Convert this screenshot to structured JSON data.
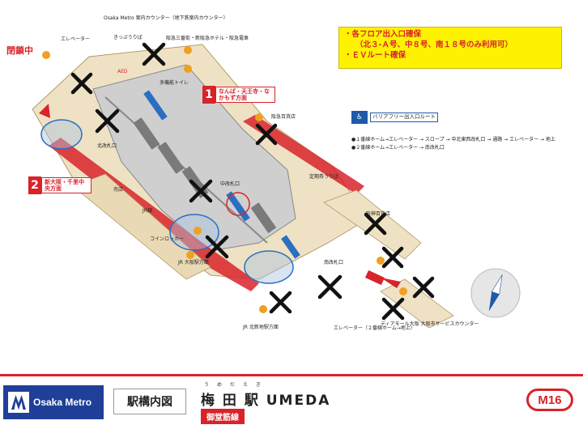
{
  "notice": {
    "line1": "・各フロア出入口確保",
    "line2": "（北３-Ａ号、中８号、南１８号のみ利用可）",
    "line3": "・ＥＶルート確保"
  },
  "closed_label": "閉鎖中",
  "exits": {
    "exit1": {
      "num": "1",
      "text": "なんば・天王寺・なかもず方面"
    },
    "exit2": {
      "num": "2",
      "text": "新大阪・千里中央方面"
    }
  },
  "barrier_free": {
    "icon": "♿",
    "label": "バリアフリー出入口ルート"
  },
  "route": {
    "r1": "●１番線ホーム→エレベーター → スロープ → 中北東西改札口 → 通路 → エレベーター → 地上",
    "r2": "●２番線ホーム→エレベーター → 南改札口"
  },
  "labels": {
    "info_counter": "Osaka Metro 案内カウンター（地下鉄案内カウンター）",
    "elevator_top": "エレベーター",
    "hanshin": "阪急三番街・新阪急ホテル・阪急電車",
    "north_gate": "北改札口",
    "ticket": "きっぷうりば",
    "toilet": "多機能トイレ",
    "mid_gate": "中改札口",
    "south_gate": "南改札口",
    "jr": "JR線",
    "coin_locker": "コインロッカー",
    "hankyu_dept": "阪急百貨店",
    "hanshin_dept": "阪神百貨店",
    "elevator_south": "エレベーター（２番線ホーム→地上）",
    "shop": "売店",
    "aed": "AED",
    "teikiken": "定期券うりば",
    "diamor": "ディアモール大阪 大阪市サービスカウンター",
    "osaka_station": "JR 大阪駅方面",
    "kitashinchi": "JR 北新地駅方面"
  },
  "footer": {
    "brand": "Osaka Metro",
    "title": "駅構内図",
    "ruby": "うめだえき",
    "station": "梅 田 駅 UMEDA",
    "line": "御堂筋線",
    "code": "M16"
  },
  "colors": {
    "metro_red": "#d8232a",
    "brand_blue": "#1f3f98",
    "notice_yellow": "#fff200"
  }
}
